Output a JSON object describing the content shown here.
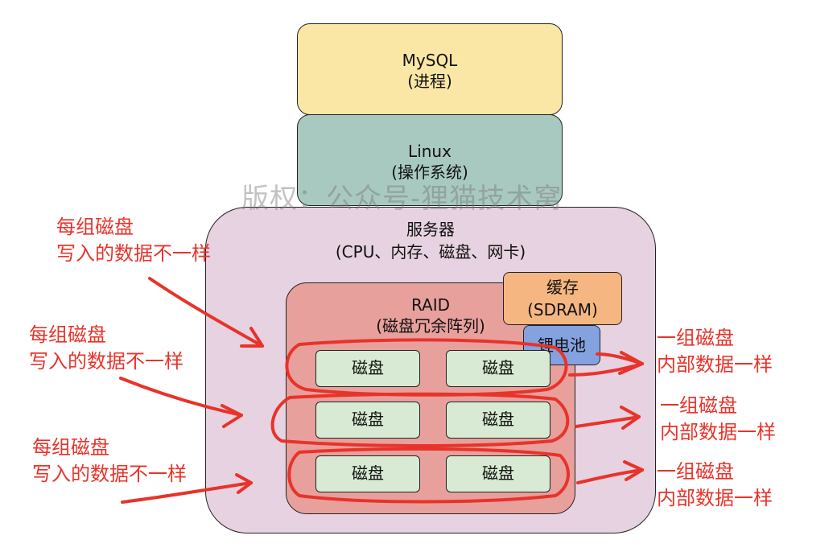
{
  "layers": {
    "mysql": {
      "line1": "MySQL",
      "line2": "(进程)"
    },
    "linux": {
      "line1": "Linux",
      "line2": "(操作系统)"
    },
    "server": {
      "line1": "服务器",
      "line2": "(CPU、内存、磁盘、网卡)"
    },
    "raid": {
      "line1": "RAID",
      "line2": "(磁盘冗余阵列)"
    },
    "cache": {
      "line1": "缓存",
      "line2": "(SDRAM)"
    },
    "battery": {
      "label": "锂电池"
    }
  },
  "disks": [
    "磁盘",
    "磁盘",
    "磁盘",
    "磁盘",
    "磁盘",
    "磁盘"
  ],
  "annotations": {
    "left": [
      {
        "line1": "每组磁盘",
        "line2": "写入的数据不一样"
      },
      {
        "line1": "每组磁盘",
        "line2": "写入的数据不一样"
      },
      {
        "line1": "每组磁盘",
        "line2": "写入的数据不一样"
      }
    ],
    "right": [
      {
        "line1": "一组磁盘",
        "line2": "内部数据一样"
      },
      {
        "line1": "一组磁盘",
        "line2": "内部数据一样"
      },
      {
        "line1": "一组磁盘",
        "line2": "内部数据一样"
      }
    ]
  },
  "watermark": "版权：公众号-狸猫技术窝",
  "colors": {
    "mysql": "#fae7a5",
    "linux": "#a8c9c0",
    "server": "#e6d2e0",
    "raid": "#e8a09c",
    "cache": "#f6b681",
    "battery": "#85a2e0",
    "disk": "#d8ead3",
    "annotation": "#e8332a"
  }
}
